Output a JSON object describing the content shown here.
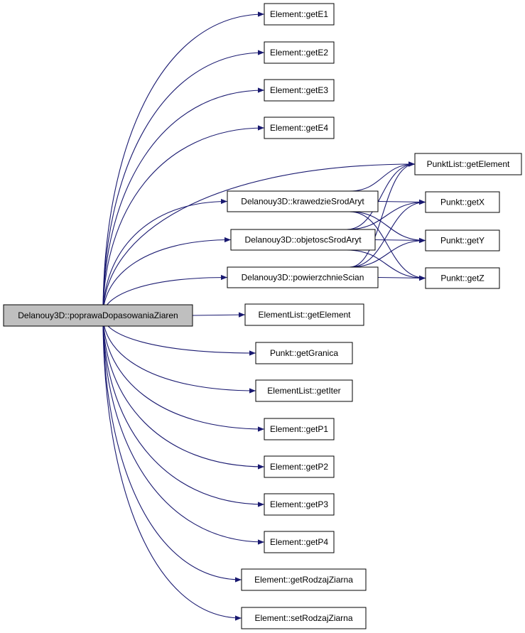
{
  "graph": {
    "root": {
      "id": "root",
      "label": "Delanouy3D::poprawaDopasowaniaZiaren"
    },
    "nodes": [
      {
        "id": "getE1",
        "label": "Element::getE1"
      },
      {
        "id": "getE2",
        "label": "Element::getE2"
      },
      {
        "id": "getE3",
        "label": "Element::getE3"
      },
      {
        "id": "getE4",
        "label": "Element::getE4"
      },
      {
        "id": "pl_getElement",
        "label": "PunktList::getElement"
      },
      {
        "id": "kraw",
        "label": "Delanouy3D::krawedzieSrodAryt"
      },
      {
        "id": "getX",
        "label": "Punkt::getX"
      },
      {
        "id": "obj",
        "label": "Delanouy3D::objetoscSrodAryt"
      },
      {
        "id": "getY",
        "label": "Punkt::getY"
      },
      {
        "id": "pow",
        "label": "Delanouy3D::powierzchnieScian"
      },
      {
        "id": "getZ",
        "label": "Punkt::getZ"
      },
      {
        "id": "el_getElement",
        "label": "ElementList::getElement"
      },
      {
        "id": "getGranica",
        "label": "Punkt::getGranica"
      },
      {
        "id": "getIter",
        "label": "ElementList::getIter"
      },
      {
        "id": "getP1",
        "label": "Element::getP1"
      },
      {
        "id": "getP2",
        "label": "Element::getP2"
      },
      {
        "id": "getP3",
        "label": "Element::getP3"
      },
      {
        "id": "getP4",
        "label": "Element::getP4"
      },
      {
        "id": "getRodzaj",
        "label": "Element::getRodzajZiarna"
      },
      {
        "id": "setRodzaj",
        "label": "Element::setRodzajZiarna"
      }
    ],
    "edges": [
      [
        "root",
        "getE1"
      ],
      [
        "root",
        "getE2"
      ],
      [
        "root",
        "getE3"
      ],
      [
        "root",
        "getE4"
      ],
      [
        "root",
        "pl_getElement"
      ],
      [
        "root",
        "kraw"
      ],
      [
        "root",
        "obj"
      ],
      [
        "root",
        "pow"
      ],
      [
        "root",
        "el_getElement"
      ],
      [
        "root",
        "getGranica"
      ],
      [
        "root",
        "getIter"
      ],
      [
        "root",
        "getP1"
      ],
      [
        "root",
        "getP2"
      ],
      [
        "root",
        "getP3"
      ],
      [
        "root",
        "getP4"
      ],
      [
        "root",
        "getRodzaj"
      ],
      [
        "root",
        "setRodzaj"
      ],
      [
        "kraw",
        "pl_getElement"
      ],
      [
        "kraw",
        "getX"
      ],
      [
        "kraw",
        "getY"
      ],
      [
        "kraw",
        "getZ"
      ],
      [
        "obj",
        "pl_getElement"
      ],
      [
        "obj",
        "getX"
      ],
      [
        "obj",
        "getY"
      ],
      [
        "obj",
        "getZ"
      ],
      [
        "pow",
        "pl_getElement"
      ],
      [
        "pow",
        "getX"
      ],
      [
        "pow",
        "getY"
      ],
      [
        "pow",
        "getZ"
      ]
    ],
    "colors": {
      "edge": "#191970",
      "root_fill": "#bfbfbf",
      "node_fill": "#ffffff",
      "border": "#000000"
    }
  }
}
